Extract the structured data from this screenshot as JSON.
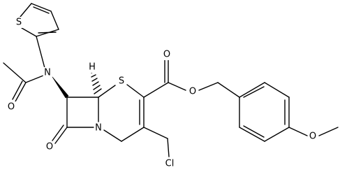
{
  "molecule": {
    "atoms": {
      "S_thiophene": "S",
      "N_amide": "N",
      "O_acetyl": "O",
      "S_ring": "S",
      "H_stereo": "H",
      "N_lactam": "N",
      "O_lactam": "O",
      "O_ester_carbonyl": "O",
      "O_ester": "O",
      "Cl": "Cl",
      "O_methoxy": "O"
    }
  }
}
